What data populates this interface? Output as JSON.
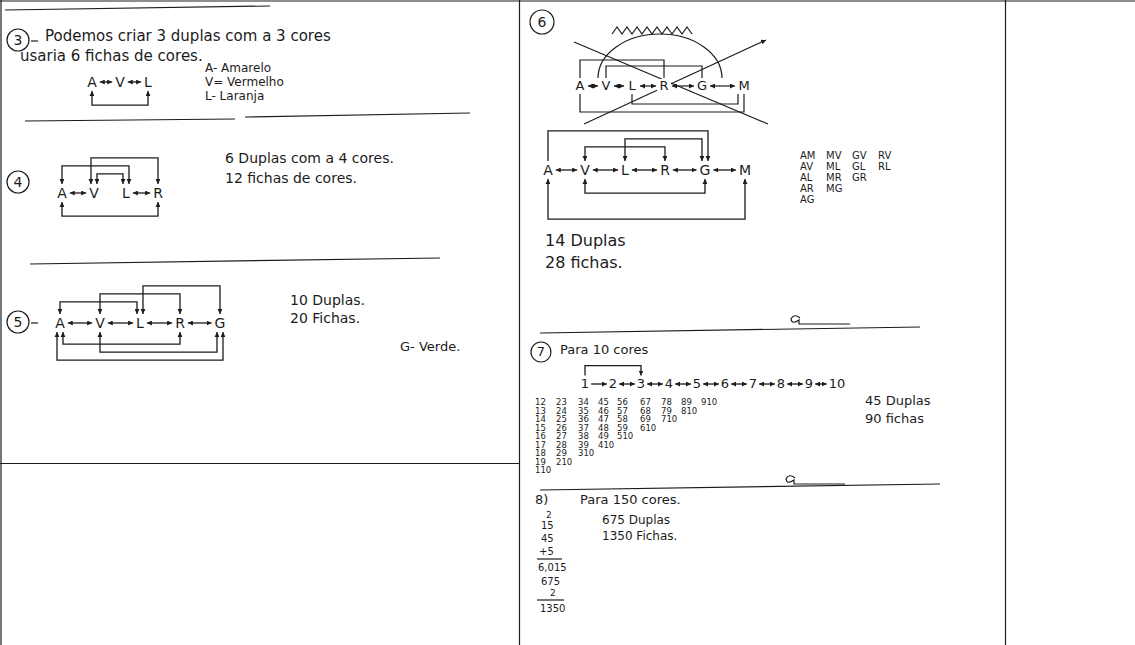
{
  "diagram": {
    "nodes": [
      {
        "text": [
          "A"
        ]
      },
      {
        "text": [
          "V"
        ]
      },
      {
        "text": [
          "L"
        ]
      },
      {
        "text": [
          "A"
        ]
      },
      {
        "text": [
          "V"
        ]
      },
      {
        "text": [
          "L"
        ]
      },
      {
        "text": [
          "R"
        ]
      },
      {
        "text": [
          "A"
        ]
      },
      {
        "text": [
          "V"
        ]
      },
      {
        "text": [
          "L"
        ]
      },
      {
        "text": [
          "R"
        ]
      },
      {
        "text": [
          "G"
        ]
      },
      {
        "text": [
          "A"
        ]
      },
      {
        "text": [
          "V"
        ]
      },
      {
        "text": [
          "L"
        ]
      },
      {
        "text": [
          "R"
        ]
      },
      {
        "text": [
          "G"
        ]
      },
      {
        "text": [
          "M"
        ]
      },
      {
        "text": [
          "1"
        ]
      },
      {
        "text": [
          "2"
        ]
      },
      {
        "text": [
          "3"
        ]
      },
      {
        "text": [
          "4"
        ]
      },
      {
        "text": [
          "5"
        ]
      },
      {
        "text": [
          "6"
        ]
      },
      {
        "text": [
          "7"
        ]
      },
      {
        "text": [
          "8"
        ]
      },
      {
        "text": [
          "9"
        ]
      },
      {
        "text": [
          "10"
        ]
      }
    ],
    "edges": [
      {
        "from": 0,
        "to": 1,
        "arrow": "both"
      },
      {
        "from": 1,
        "to": 2,
        "arrow": "both"
      },
      {
        "from": 0,
        "to": 2,
        "arrow": "both"
      },
      {
        "from": 3,
        "to": 4,
        "arrow": "both"
      },
      {
        "from": 5,
        "to": 6,
        "arrow": "both"
      },
      {
        "from": 4,
        "to": 5,
        "arrow": "both"
      },
      {
        "from": 3,
        "to": 5,
        "arrow": "both"
      },
      {
        "from": 4,
        "to": 6,
        "arrow": "both"
      },
      {
        "from": 3,
        "to": 6,
        "arrow": "both"
      },
      {
        "from": 7,
        "to": 8,
        "arrow": "both"
      },
      {
        "from": 8,
        "to": 9,
        "arrow": "both"
      },
      {
        "from": 9,
        "to": 10,
        "arrow": "both"
      },
      {
        "from": 10,
        "to": 11,
        "arrow": "both"
      },
      {
        "from": 7,
        "to": 9,
        "arrow": "both"
      },
      {
        "from": 8,
        "to": 10,
        "arrow": "both"
      },
      {
        "from": 9,
        "to": 11,
        "arrow": "both"
      },
      {
        "from": 7,
        "to": 10,
        "arrow": "both"
      },
      {
        "from": 8,
        "to": 11,
        "arrow": "both"
      },
      {
        "from": 7,
        "to": 11,
        "arrow": "both"
      },
      {
        "from": 12,
        "to": 13,
        "arrow": "both"
      },
      {
        "from": 13,
        "to": 14,
        "arrow": "both"
      },
      {
        "from": 14,
        "to": 15,
        "arrow": "both"
      },
      {
        "from": 15,
        "to": 16,
        "arrow": "both"
      },
      {
        "from": 16,
        "to": 17,
        "arrow": "both"
      },
      {
        "from": 13,
        "to": 15,
        "arrow": "both"
      },
      {
        "from": 14,
        "to": 16,
        "arrow": "both"
      },
      {
        "from": 13,
        "to": 16,
        "arrow": "both"
      },
      {
        "from": 12,
        "to": 17,
        "arrow": "both"
      },
      {
        "from": 12,
        "to": 16,
        "arrow": "to"
      },
      {
        "from": 18,
        "to": 19,
        "arrow": "to"
      },
      {
        "from": 19,
        "to": 20,
        "arrow": "both"
      },
      {
        "from": 20,
        "to": 21,
        "arrow": "both"
      },
      {
        "from": 21,
        "to": 22,
        "arrow": "both"
      },
      {
        "from": 22,
        "to": 23,
        "arrow": "both"
      },
      {
        "from": 23,
        "to": 24,
        "arrow": "both"
      },
      {
        "from": 24,
        "to": 25,
        "arrow": "both"
      },
      {
        "from": 25,
        "to": 26,
        "arrow": "both"
      },
      {
        "from": 26,
        "to": 27,
        "arrow": "both"
      },
      {
        "from": 18,
        "to": 20,
        "arrow": "to"
      }
    ],
    "labels": [
      "3",
      "Podemos criar 3 duplas com a 3 cores",
      "usaria 6 fichas de cores.",
      "A- Amarelo",
      "V= Vermelho",
      "L- Laranja",
      "4",
      "6 Duplas com a 4 cores.",
      "12 fichas de cores.",
      "5",
      "10 Duplas.",
      "20 Fichas.",
      "G- Verde.",
      "6",
      "A",
      "V",
      "L",
      "R",
      "G",
      "M",
      "AM",
      "AV",
      "AL",
      "AR",
      "AG",
      "MV",
      "ML",
      "MR",
      "MG",
      "GV",
      "GL",
      "GR",
      "RV",
      "RL",
      "14 Duplas",
      "28 fichas.",
      "7",
      "Para 10 cores",
      "12",
      "13",
      "14",
      "15",
      "16",
      "17",
      "18",
      "19",
      "110",
      "23",
      "24",
      "25",
      "26",
      "27",
      "28",
      "29",
      "210",
      "34",
      "35",
      "36",
      "37",
      "38",
      "39",
      "310",
      "45",
      "46",
      "47",
      "48",
      "49",
      "410",
      "56",
      "57",
      "58",
      "59",
      "510",
      "67",
      "68",
      "69",
      "610",
      "78",
      "79",
      "710",
      "89",
      "810",
      "910",
      "45 Duplas",
      "90 fichas",
      "8)",
      "Para 150 cores.",
      "675 Duplas",
      "1350 Fichas.",
      "2",
      "15",
      "45",
      "+5",
      "6,015",
      "675",
      "2",
      "1350"
    ]
  }
}
